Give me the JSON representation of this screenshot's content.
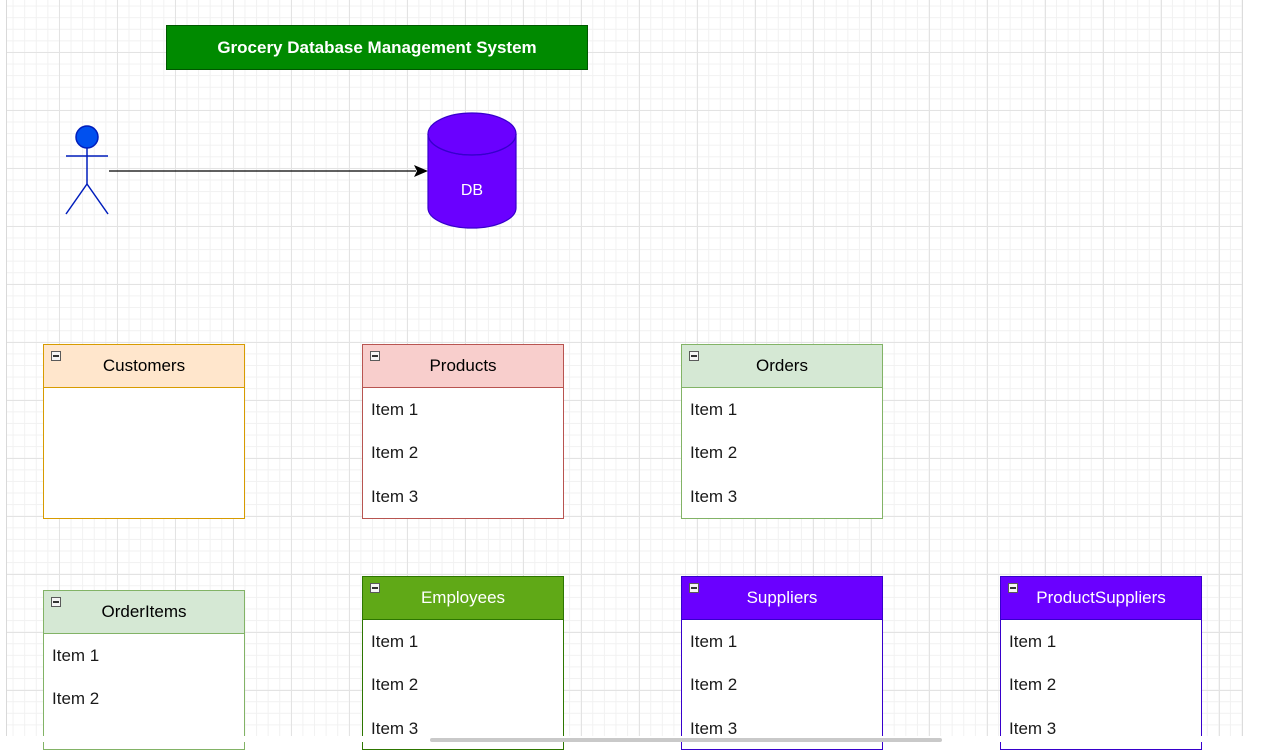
{
  "diagram": {
    "title": "Grocery Database Management System",
    "database_label": "DB",
    "colors": {
      "title_fill": "#008a00",
      "actor": "#0050ef",
      "database": "#6a00ff",
      "arrow": "#000000"
    }
  },
  "tables": [
    {
      "name": "Customers",
      "items": [],
      "header_fill": "#ffe6cc",
      "border": "#d79b00",
      "header_text_color": "#000000"
    },
    {
      "name": "Products",
      "items": [
        "Item 1",
        "Item 2",
        "Item 3"
      ],
      "header_fill": "#f8cecc",
      "border": "#b85450",
      "header_text_color": "#000000"
    },
    {
      "name": "Orders",
      "items": [
        "Item 1",
        "Item 2",
        "Item 3"
      ],
      "header_fill": "#d5e8d4",
      "border": "#82b366",
      "header_text_color": "#000000"
    },
    {
      "name": "OrderItems",
      "items": [
        "Item 1",
        "Item 2"
      ],
      "header_fill": "#d5e8d4",
      "border": "#82b366",
      "header_text_color": "#000000"
    },
    {
      "name": "Employees",
      "items": [
        "Item 1",
        "Item 2",
        "Item 3"
      ],
      "header_fill": "#60a917",
      "border": "#2d7600",
      "header_text_color": "#ffffff"
    },
    {
      "name": "Suppliers",
      "items": [
        "Item 1",
        "Item 2",
        "Item 3"
      ],
      "header_fill": "#6a00ff",
      "border": "#3700cc",
      "header_text_color": "#ffffff"
    },
    {
      "name": "ProductSuppliers",
      "items": [
        "Item 1",
        "Item 2",
        "Item 3"
      ],
      "header_fill": "#6a00ff",
      "border": "#3700cc",
      "header_text_color": "#ffffff"
    }
  ]
}
